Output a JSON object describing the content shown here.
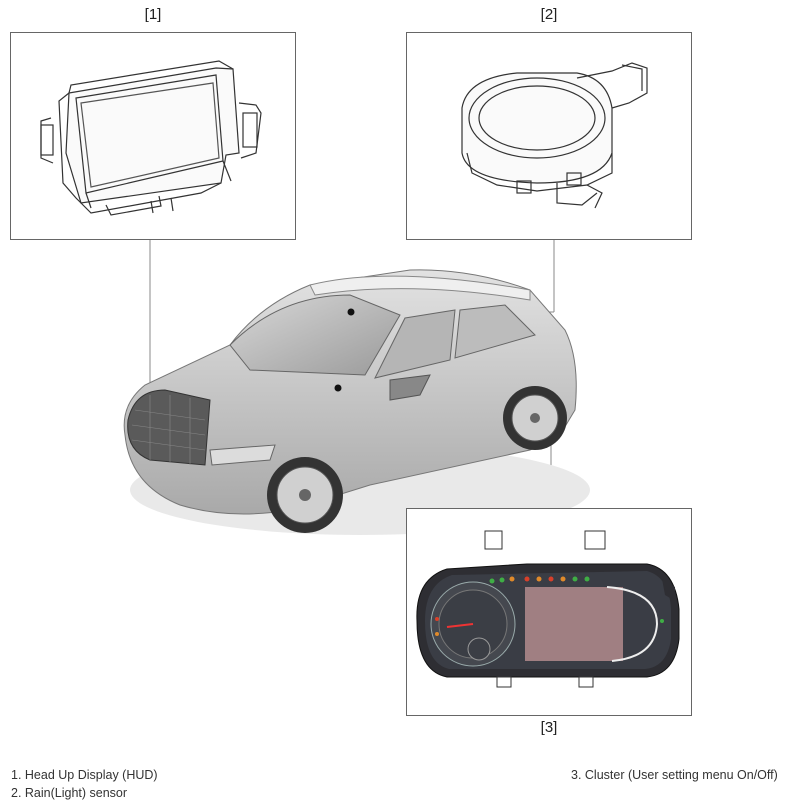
{
  "callouts": {
    "hud": "[1]",
    "rain_sensor": "[2]",
    "cluster": "[3]"
  },
  "legend": {
    "item1": "1. Head Up Display (HUD)",
    "item2": "2. Rain(Light) sensor",
    "item3": "3. Cluster (User setting menu On/Off)"
  },
  "colors": {
    "frame": "#666666",
    "leader_line": "#8a8a8a",
    "car_body": "#c9c9c9",
    "cluster_screen": "#a07f82",
    "cluster_bezel": "#2e2e33",
    "warning_red": "#d8402a",
    "warning_green": "#3fae45",
    "warning_orange": "#e08a2a"
  }
}
